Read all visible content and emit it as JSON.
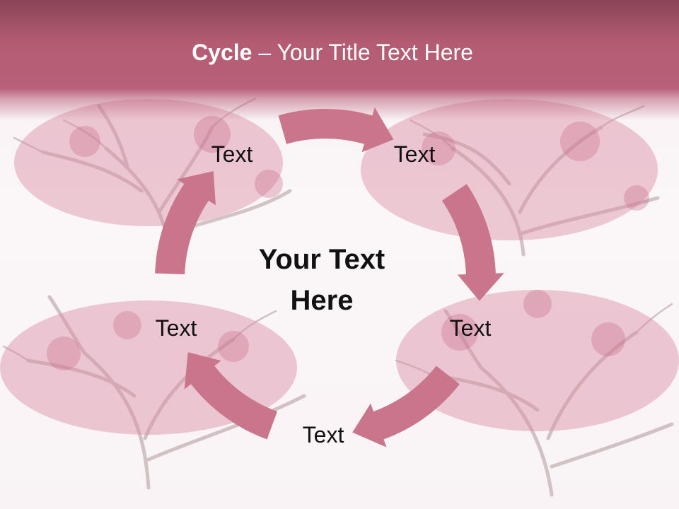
{
  "title": {
    "bold": "Cycle",
    "rest": " – Your Title Text Here"
  },
  "center_text": [
    "Your Text",
    "Here"
  ],
  "cycle_labels": [
    "Text",
    "Text",
    "Text",
    "Text",
    "Text"
  ],
  "colors": {
    "title_bar": "#b9607a",
    "arrow": "#c9758b",
    "blossom": "#d890a6",
    "branch": "#cbbabc"
  }
}
